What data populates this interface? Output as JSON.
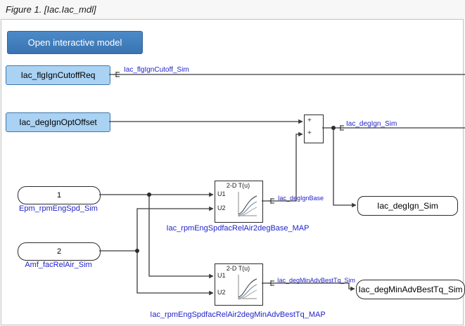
{
  "caption": "Figure 1. [Iac.Iac_mdl]",
  "button": {
    "label": "Open interactive model"
  },
  "blocks": {
    "inport_flg": {
      "label": "Iac_flgIgnCutoffReq"
    },
    "inport_offset": {
      "label": "Iac_degIgnOptOffset"
    },
    "src1": {
      "value": "1",
      "label": "Epm_rpmEngSpd_Sim"
    },
    "src2": {
      "value": "2",
      "label": "Amf_facRelAir_Sim"
    },
    "lut1": {
      "header": "2-D T(u)",
      "in1": "U1",
      "in2": "U2",
      "label": "Iac_rpmEngSpdfacRelAir2degBase_MAP"
    },
    "lut2": {
      "header": "2-D T(u)",
      "in1": "U1",
      "in2": "U2",
      "label": "Iac_rpmEngSpdfacRelAir2degMinAdvBestTq_MAP"
    },
    "sum": {
      "sign1": "+",
      "sign2": "+"
    },
    "outport_ign": {
      "label": "Iac_degIgn_Sim"
    },
    "outport_minadv": {
      "label": "Iac_degMinAdvBestTq_Sim"
    }
  },
  "signal_labels": {
    "flg": "Iac_flgIgnCutoff_Sim",
    "ign": "Iac_degIgn_Sim",
    "base": "Iac_degIgnBase",
    "minadv": "Iac_degMinAdvBestTq_Sim"
  },
  "colors": {
    "button_accent": "#3f7cba",
    "inport_fill": "#a9d2f3",
    "label_blue": "#2222cc",
    "line": "#3a3a3a"
  }
}
